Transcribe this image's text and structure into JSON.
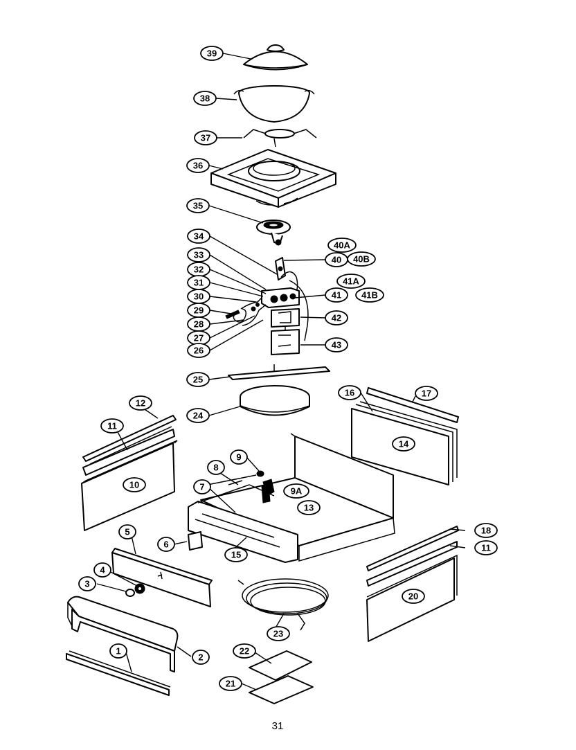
{
  "page_number": "31",
  "callouts": [
    {
      "id": "c39",
      "label": "39"
    },
    {
      "id": "c38",
      "label": "38"
    },
    {
      "id": "c37",
      "label": "37"
    },
    {
      "id": "c36",
      "label": "36"
    },
    {
      "id": "c35",
      "label": "35"
    },
    {
      "id": "c34",
      "label": "34"
    },
    {
      "id": "c33",
      "label": "33"
    },
    {
      "id": "c32",
      "label": "32"
    },
    {
      "id": "c31",
      "label": "31"
    },
    {
      "id": "c30",
      "label": "30"
    },
    {
      "id": "c29",
      "label": "29"
    },
    {
      "id": "c28",
      "label": "28"
    },
    {
      "id": "c27",
      "label": "27"
    },
    {
      "id": "c26",
      "label": "26"
    },
    {
      "id": "c40A",
      "label": "40A"
    },
    {
      "id": "c40",
      "label": "40"
    },
    {
      "id": "c40B",
      "label": "40B"
    },
    {
      "id": "c41A",
      "label": "41A"
    },
    {
      "id": "c41",
      "label": "41"
    },
    {
      "id": "c41B",
      "label": "41B"
    },
    {
      "id": "c42",
      "label": "42"
    },
    {
      "id": "c43",
      "label": "43"
    },
    {
      "id": "c25",
      "label": "25"
    },
    {
      "id": "c24",
      "label": "24"
    },
    {
      "id": "c16",
      "label": "16"
    },
    {
      "id": "c17",
      "label": "17"
    },
    {
      "id": "c14",
      "label": "14"
    },
    {
      "id": "c12",
      "label": "12"
    },
    {
      "id": "c11a",
      "label": "11"
    },
    {
      "id": "c10",
      "label": "10"
    },
    {
      "id": "c9",
      "label": "9"
    },
    {
      "id": "c8",
      "label": "8"
    },
    {
      "id": "c9A",
      "label": "9A"
    },
    {
      "id": "c7",
      "label": "7"
    },
    {
      "id": "c13",
      "label": "13"
    },
    {
      "id": "c6",
      "label": "6"
    },
    {
      "id": "c15",
      "label": "15"
    },
    {
      "id": "c5",
      "label": "5"
    },
    {
      "id": "c18",
      "label": "18"
    },
    {
      "id": "c11b",
      "label": "11"
    },
    {
      "id": "c4",
      "label": "4"
    },
    {
      "id": "c3",
      "label": "3"
    },
    {
      "id": "c20",
      "label": "20"
    },
    {
      "id": "c2",
      "label": "2"
    },
    {
      "id": "c1",
      "label": "1"
    },
    {
      "id": "c23",
      "label": "23"
    },
    {
      "id": "c22",
      "label": "22"
    },
    {
      "id": "c21",
      "label": "21"
    }
  ]
}
